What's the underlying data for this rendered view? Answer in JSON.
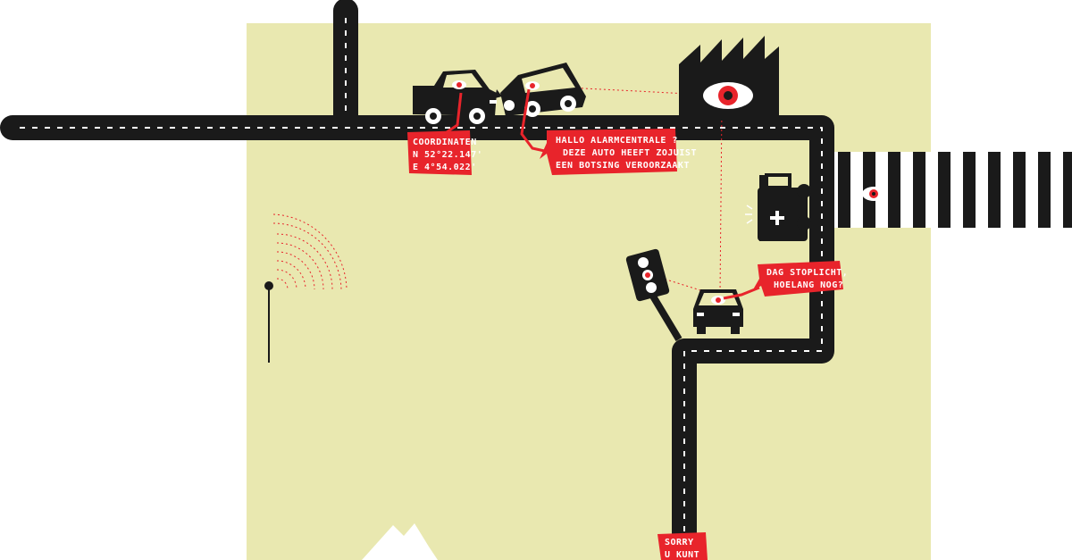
{
  "colors": {
    "background": "#ffffff",
    "map_area": "#e9e8b0",
    "road": "#1a1a1a",
    "road_line": "#ffffff",
    "accent_red": "#e8242b",
    "eye_dot": "#e8242b"
  },
  "bubbles": {
    "coordinates": {
      "line1": "COORDINATEN",
      "line2": "N 52°22.147'",
      "line3": "E 4°54.022'"
    },
    "alarm": {
      "line1": "HALLO ALARMCENTRALE ?",
      "line2": "DEZE AUTO HEEFT ZOJUIST",
      "line3": "EEN BOTSING VEROORZAAKT"
    },
    "traffic_light": {
      "line1": "DAG STOPLICHT,",
      "line2": "HOELANG NOG?"
    },
    "sorry": {
      "line1": "SORRY",
      "line2": "U KUNT"
    }
  },
  "icons": {
    "eye": "eye-icon",
    "factory": "factory-icon",
    "ambulance": "ambulance-icon",
    "traffic_light": "traffic-light-icon",
    "antenna": "antenna-icon",
    "car": "car-icon"
  }
}
